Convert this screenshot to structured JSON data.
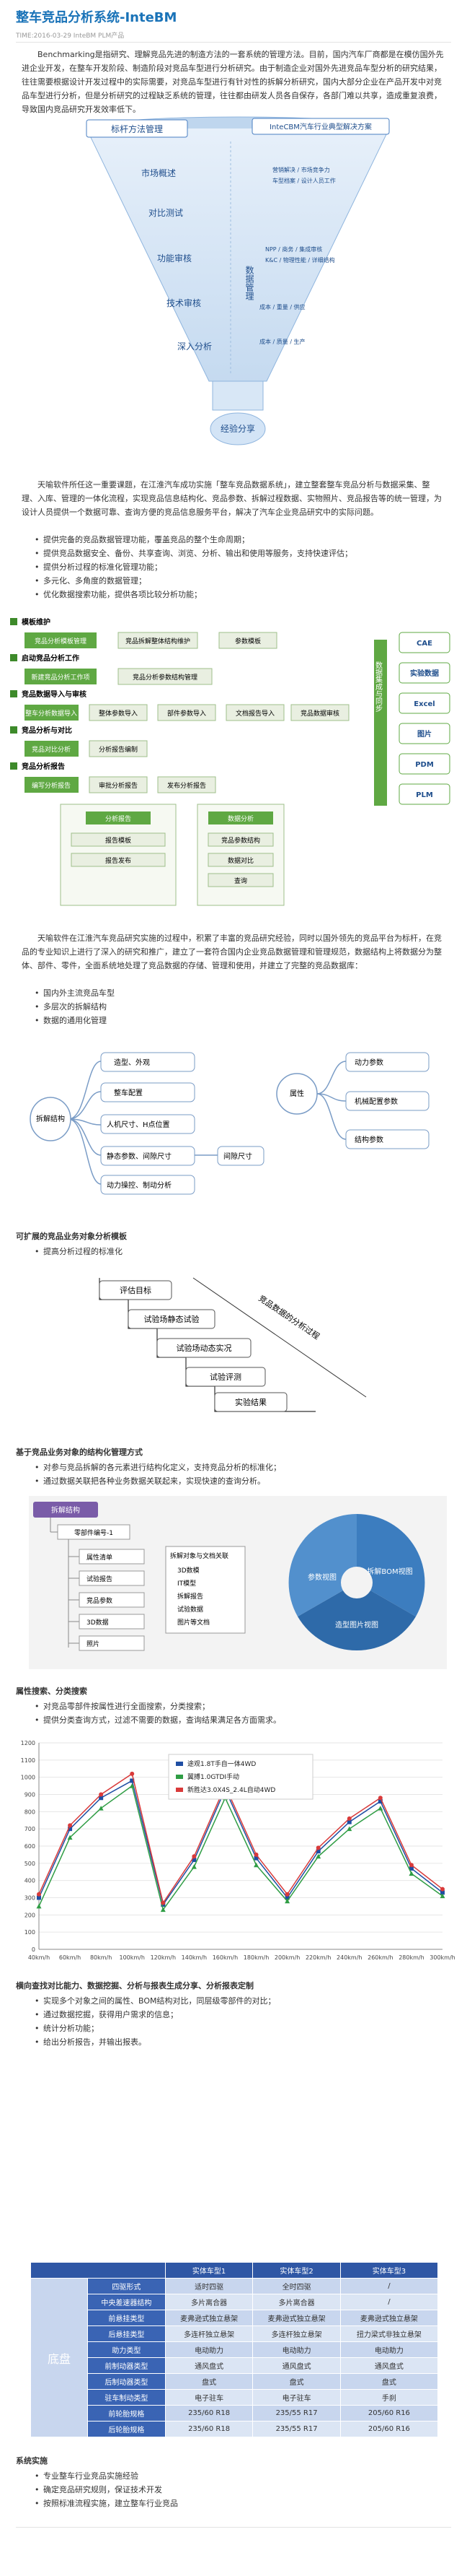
{
  "header": {
    "title": "整车竞品分析系统-InteBM",
    "meta": "TIME:2016-03-29 InteBM PLM产品"
  },
  "intro": "Benchmarking是指研究、理解竞品先进的制造方法的一套系统的管理方法。目前，国内汽车厂商都是在模仿国外先进企业开发，在整车开发阶段、制造阶段对竞品车型进行分析研究。由于制造企业对国外先进竞品车型分析的研究结果，往往需要根据设计开发过程中的实际需要，对竞品车型进行有针对性的拆解分析研究，国内大部分企业在产品开发中对竞品车型进行分析，但是分析研究的过程缺乏系统的管理，往往都由研发人员各自保存，各部门难以共享，造成重复浪费，导致国内竞品研究开发效率低下。",
  "funnel": {
    "title": "标杆方法管理",
    "sub": "InteCBM汽车行业典型解决方案",
    "levels": [
      "市场概述",
      "对比测试",
      "功能审核",
      "技术审核",
      "深入分析"
    ],
    "center": "数据管理",
    "right": [
      "营销解决 / 市场竞争力",
      "车型档案 / 设计人员工作",
      "NPP / 商务 / 集成审核",
      "K&C / 物理性能 / 详细结构",
      "成本 / 重量 / 供应",
      "成本 / 质量 / 生产"
    ],
    "bottom": "经验分享"
  },
  "p2": "天喻软件所任这一重要课题，在江淮汽车成功实施「整车竞品数据系统」，建立整套整车竞品分析与数据采集、整理、入库、管理的一体化流程，实现竞品信息结构化、竞品参数、拆解过程数据、实物照片、竞品报告等的统一管理，为设计人员提供一个数据可靠、查询方便的竞品信息服务平台，解决了汽车企业竞品研究中的实际问题。",
  "p2b": [
    "提供完备的竞品数据管理功能，覆盖竞品的整个生命周期；",
    "提供竞品数据安全、备份、共享查询、浏览、分析、输出和使用等服务，支持快速评估；",
    "提供分析过程的标准化管理功能；",
    "多元化、多角度的数据管理；",
    "优化数据搜索功能，提供各项比较分析功能；"
  ],
  "flow": {
    "steps": [
      "模板维护",
      "启动竞品分析工作",
      "竞品数据导入与审核",
      "竞品分析与对比",
      "竞品分析报告"
    ],
    "boxes": [
      "竞品分析模板管理",
      "竞品拆解整体结构维护",
      "参数模板",
      "新建竞品分析工作项",
      "竞品分析参数结构管理",
      "整车分析数据导入",
      "整体参数导入",
      "部件参数导入",
      "文档报告导入",
      "竞品数据审核",
      "竞品对比分析",
      "分析报告编制",
      "编写分析报告",
      "审批分析报告",
      "发布分析报告"
    ],
    "tabs": [
      "分析报告",
      "数据分析",
      "报告模板",
      "报告发布",
      "竞品参数结构",
      "数据对比",
      "查询"
    ],
    "side": "数据集成与同步",
    "right": [
      "CAE",
      "实验数据",
      "Excel",
      "图片",
      "PDM",
      "PLM"
    ]
  },
  "p3": "天喻软件在江淮汽车竞品研究实施的过程中，积累了丰富的竞品研究经验，同时以国外领先的竞品平台为标杆，在竞品的专业知识上进行了深入的研究和推广，建立了一套符合国内企业竞品数据管理和管理规范，数据结构上将数据分为整体、部件、零件，全面系统地处理了竞品数据的存储、管理和使用，并建立了完整的竞品数据库：",
  "p3b": [
    "国内外主流竞品车型",
    "多层次的拆解结构",
    "数据的通用化管理"
  ],
  "mind": {
    "center": "拆解结构",
    "left": [
      "造型、外观",
      "整车配置",
      "人机尺寸、H点位置",
      "静态参数、间隙尺寸",
      "动力操控、制动分析"
    ],
    "leftMid": "间隙尺寸",
    "right_center": "属性",
    "right": [
      "动力参数",
      "机械配置参数",
      "结构参数"
    ]
  },
  "sec1": "可扩展的竞品业务对象分析模板",
  "sec1b": [
    "提高分析过程的标准化"
  ],
  "stairs": {
    "diag": "竞品数据的分析过程",
    "steps": [
      "评估目标",
      "试验场静态试验",
      "试验场动态实况",
      "试验评测",
      "实验结果"
    ]
  },
  "sec2": "基于竞品业务对象的结构化管理方式",
  "sec2b": [
    "对参与竞品拆解的各元素进行结构化定义，支持竞品分析的标准化；",
    "通过数据关联把各种业务数据关联起来，实现快速的查询分析。"
  ],
  "struct": {
    "root": "拆解结构",
    "sub": "零部件编号-1",
    "items": [
      "属性清单",
      "试验报告",
      "竞品参数",
      "3D数据",
      "照片"
    ],
    "panel_title": "拆解对象与文档关联",
    "panel": [
      "3D数模",
      "IT模型",
      "拆解报告",
      "试验数据",
      "图片等文档"
    ],
    "circle": [
      "参数视图",
      "拆解BOM视图",
      "造型图片视图"
    ]
  },
  "sec3": "属性搜索、分类搜索",
  "sec3b": [
    "对竞品零部件按属性进行全面搜索，分类搜索；",
    "提供分类查询方式，过滤不需要的数据，查询结果满足各方面需求。"
  ],
  "chart_data": {
    "type": "line",
    "categories": [
      "40km/h",
      "60km/h",
      "80km/h",
      "100km/h",
      "120km/h",
      "140km/h",
      "160km/h",
      "180km/h",
      "200km/h",
      "220km/h",
      "240km/h",
      "260km/h",
      "280km/h",
      "300km/h"
    ],
    "series": [
      {
        "name": "途观1.8T手自一体4WD",
        "color": "#1f4ea3",
        "values": [
          300,
          700,
          880,
          980,
          260,
          520,
          930,
          530,
          300,
          570,
          740,
          860,
          470,
          330
        ]
      },
      {
        "name": "翼搏1.0GTDI手动",
        "color": "#2f9d44",
        "values": [
          250,
          650,
          820,
          950,
          230,
          480,
          880,
          490,
          280,
          540,
          700,
          820,
          440,
          310
        ]
      },
      {
        "name": "新胜达3.0X4S_2.4L自动4WD",
        "color": "#d93a3a",
        "values": [
          320,
          720,
          900,
          1020,
          270,
          540,
          950,
          550,
          320,
          590,
          760,
          880,
          490,
          350
        ]
      }
    ],
    "ylim": [
      0,
      1200
    ],
    "yticks": [
      0,
      100,
      200,
      300,
      400,
      500,
      600,
      700,
      800,
      900,
      1000,
      1100,
      1200
    ],
    "legend": "top-right"
  },
  "sec4": "横向查找对比能力、数据挖掘、分析与报表生成分享、分析报表定制",
  "sec4b": [
    "实现多个对象之间的属性、BOM结构对比，同层级零部件的对比；",
    "通过数据挖掘，获得用户需求的信息；",
    "统计分析功能；",
    "给出分析报告，并输出报表。"
  ],
  "table": {
    "side": "底盘",
    "head": [
      "",
      "实体车型1",
      "实体车型2",
      "实体车型3"
    ],
    "rows": [
      [
        "四驱形式",
        "适时四驱",
        "全时四驱",
        "/"
      ],
      [
        "中央差速器结构",
        "多片离合器",
        "多片离合器",
        "/"
      ],
      [
        "前悬挂类型",
        "麦弗逊式独立悬架",
        "麦弗逊式独立悬架",
        "麦弗逊式独立悬架"
      ],
      [
        "后悬挂类型",
        "多连杆独立悬架",
        "多连杆独立悬架",
        "扭力梁式非独立悬架"
      ],
      [
        "助力类型",
        "电动助力",
        "电动助力",
        "电动助力"
      ],
      [
        "前制动器类型",
        "通风盘式",
        "通风盘式",
        "通风盘式"
      ],
      [
        "后制动器类型",
        "盘式",
        "盘式",
        "盘式"
      ],
      [
        "驻车制动类型",
        "电子驻车",
        "电子驻车",
        "手刹"
      ],
      [
        "前轮胎规格",
        "235/60 R18",
        "235/55 R17",
        "205/60 R16"
      ],
      [
        "后轮胎规格",
        "235/60 R18",
        "235/55 R17",
        "205/60 R16"
      ]
    ]
  },
  "sec5": "系统实施",
  "sec5b": [
    "专业整车行业竞品实施经验",
    "确定竞品研究规则，保证技术开发",
    "按照标准流程实施，建立整车行业竞品"
  ]
}
